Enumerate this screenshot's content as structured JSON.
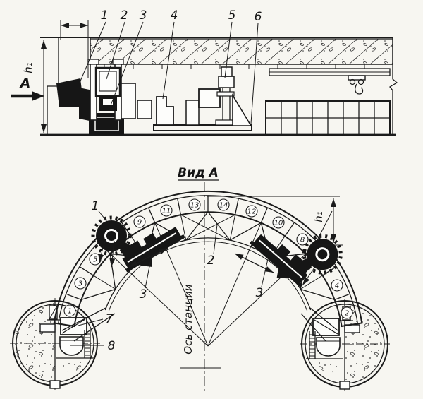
{
  "figure": {
    "top_view": {
      "section_marker": "А",
      "dim_h1": "h₁",
      "callouts": [
        "1",
        "2",
        "3",
        "4",
        "5",
        "6"
      ]
    },
    "bottom_view": {
      "title": "Вид А",
      "axis_label": "Ось станции",
      "dim_h1": "h₁",
      "callouts": [
        "1",
        "2",
        "3",
        "3",
        "7",
        "8"
      ],
      "ring_segments": [
        "1",
        "3",
        "5",
        "9",
        "11",
        "13",
        "14",
        "12",
        "10",
        "8",
        "4",
        "2"
      ]
    },
    "colors": {
      "ink": "#1b1b1b",
      "paper": "#f7f6f1"
    }
  }
}
